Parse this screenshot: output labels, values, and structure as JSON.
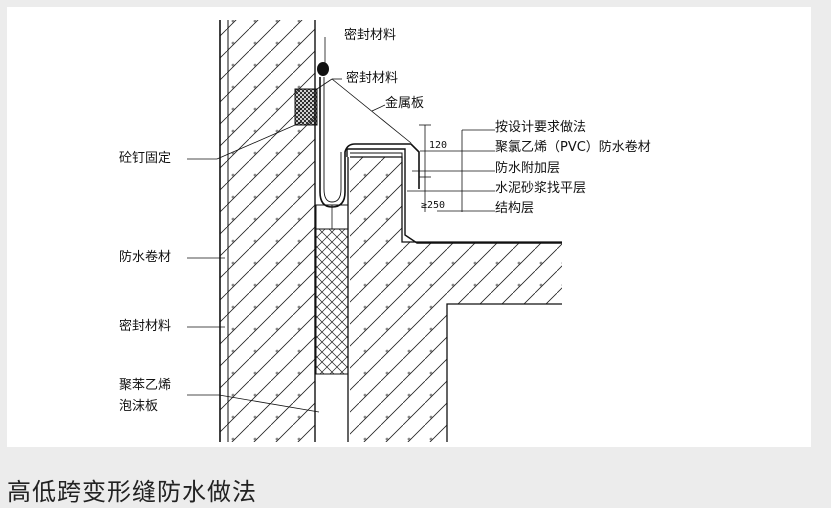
{
  "figure": {
    "labels": {
      "seal_top": "密封材料",
      "seal_mid": "密封材料",
      "metal_plate": "金属板",
      "design": "按设计要求做法",
      "pvc": "聚氯乙烯（PVC）防水卷材",
      "extra_layer": "防水附加层",
      "mortar": "水泥砂浆找平层",
      "structure": "结构层",
      "anchor": "砼钉固定",
      "membrane": "防水卷材",
      "seal_left": "密封材料",
      "foam_1": "聚苯乙烯",
      "foam_2": "泡沫板",
      "dim_120": "120",
      "dim_250": "≥250"
    }
  },
  "caption": "高低跨变形缝防水做法"
}
